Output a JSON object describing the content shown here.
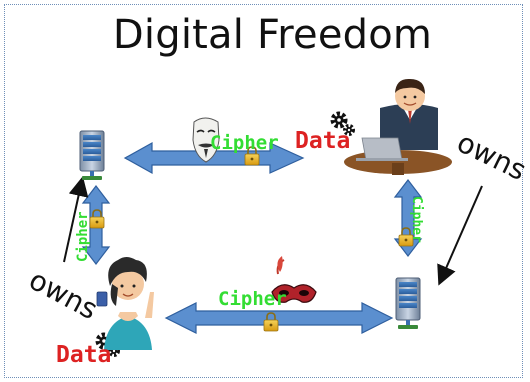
{
  "title": "Digital Freedom",
  "labels": {
    "cipher_top": "Cipher",
    "cipher_bottom": "Cipher",
    "cipher_left": "Cipher",
    "cipher_right": "Cipher",
    "data_top": "Data",
    "data_bottom": "Data",
    "owns_right": "owns",
    "owns_left": "owns"
  },
  "colors": {
    "arrow_fill": "#5b8fcf",
    "arrow_stroke": "#2f5f9e",
    "cipher": "#33dd33",
    "data": "#dd2222",
    "lock": "#e8b21c"
  },
  "icons": [
    "server-icon",
    "anonymous-mask-icon",
    "businessman-icon",
    "gears-icon",
    "padlock-icon",
    "woman-icon",
    "masquerade-mask-icon"
  ]
}
